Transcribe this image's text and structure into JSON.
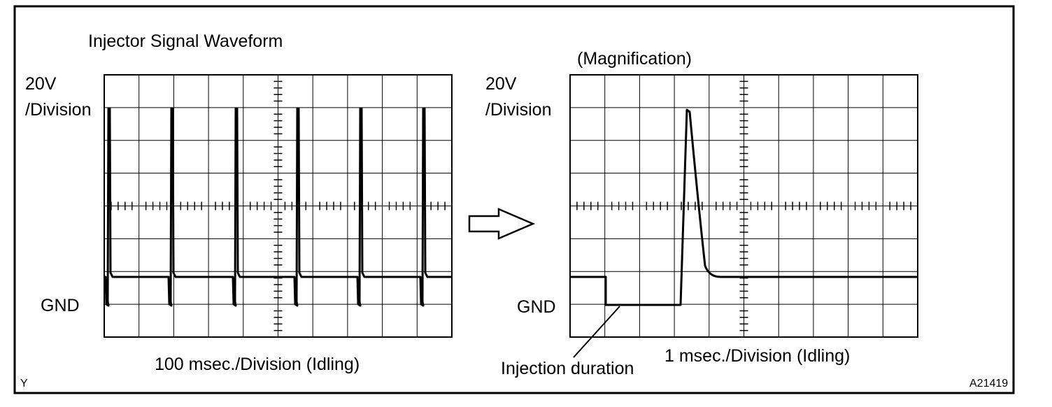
{
  "left": {
    "title": "Injector Signal Waveform",
    "volt_line1": "20V",
    "volt_line2": "/Division",
    "gnd_label": "GND",
    "time_label": "100 msec./Division (Idling)"
  },
  "right": {
    "title": "(Magnification)",
    "volt_line1": "20V",
    "volt_line2": "/Division",
    "gnd_label": "GND",
    "time_label": "1 msec./Division (Idling)",
    "callout": "Injection duration"
  },
  "corner_left": "Y",
  "corner_right": "A21419",
  "colors": {
    "ink": "#000000",
    "background": "#ffffff",
    "grid": "#000000"
  },
  "icons": {
    "arrow": "hollow-right-arrow-icon"
  }
}
